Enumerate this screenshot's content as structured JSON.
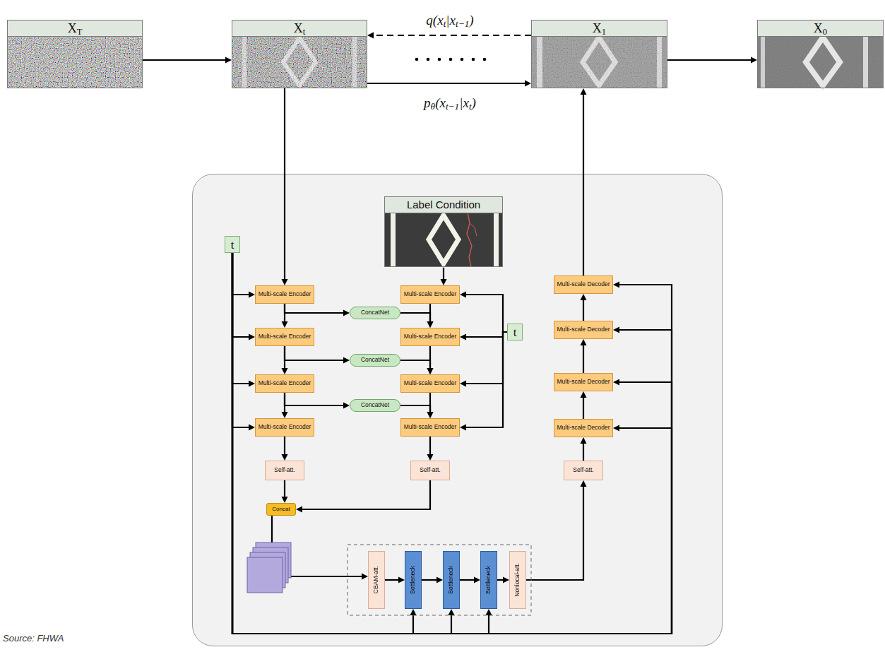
{
  "diagram": {
    "nodes": [
      {
        "text": [
          "XT"
        ]
      },
      {
        "text": [
          "Xt"
        ]
      },
      {
        "text": [
          "X1"
        ]
      },
      {
        "text": [
          "X0"
        ]
      },
      {
        "text": [
          "Label Condition"
        ]
      },
      {
        "text": [
          "t"
        ]
      },
      {
        "text": [
          "Multi-scale Encoder"
        ]
      },
      {
        "text": [
          "Multi-scale Encoder"
        ]
      },
      {
        "text": [
          "Multi-scale Decoder"
        ]
      },
      {
        "text": [
          "ConcatNet"
        ]
      },
      {
        "text": [
          "Multi-scale Encoder"
        ]
      },
      {
        "text": [
          "Multi-scale Encoder"
        ]
      },
      {
        "text": [
          "Multi-scale Decoder"
        ]
      },
      {
        "text": [
          "t"
        ]
      },
      {
        "text": [
          "ConcatNet"
        ]
      },
      {
        "text": [
          "Multi-scale Encoder"
        ]
      },
      {
        "text": [
          "Multi-scale Encoder"
        ]
      },
      {
        "text": [
          "Multi-scale Decoder"
        ]
      },
      {
        "text": [
          "ConcatNet"
        ]
      },
      {
        "text": [
          "Multi-scale Encoder"
        ]
      },
      {
        "text": [
          "Multi-scale Encoder"
        ]
      },
      {
        "text": [
          "Multi-scale Decoder"
        ]
      },
      {
        "text": [
          "Self-att."
        ]
      },
      {
        "text": [
          "Self-att."
        ]
      },
      {
        "text": [
          "Self-att."
        ]
      },
      {
        "text": [
          "Concat"
        ]
      },
      {
        "text": [
          "CBAM-att."
        ]
      },
      {
        "text": [
          "Bottleneck"
        ]
      },
      {
        "text": [
          "Bottleneck"
        ]
      },
      {
        "text": [
          "Bottleneck"
        ]
      },
      {
        "text": [
          "Nonlocal-att."
        ]
      }
    ],
    "edges": [
      {
        "from": 0,
        "to": 1,
        "arrow": "to"
      },
      {
        "from": 2,
        "to": 1,
        "label": "q(xt|xt−1)",
        "arrow": "to"
      },
      {
        "from": 1,
        "to": 2,
        "label": "pθ(xt−1|xt)",
        "arrow": "to"
      },
      {
        "from": 2,
        "to": 3,
        "arrow": "to"
      },
      {
        "from": 1,
        "to": 6,
        "arrow": "to"
      },
      {
        "from": 8,
        "to": 2,
        "arrow": "to"
      },
      {
        "from": 4,
        "to": 7,
        "arrow": "to"
      },
      {
        "from": 5,
        "to": 6,
        "arrow": "to"
      },
      {
        "from": 5,
        "to": 10,
        "arrow": "to"
      },
      {
        "from": 5,
        "to": 15,
        "arrow": "to"
      },
      {
        "from": 5,
        "to": 19,
        "arrow": "to"
      },
      {
        "from": 5,
        "to": 27,
        "arrow": "to"
      },
      {
        "from": 5,
        "to": 28,
        "arrow": "to"
      },
      {
        "from": 5,
        "to": 29,
        "arrow": "to"
      },
      {
        "from": 5,
        "to": 21,
        "arrow": "to"
      },
      {
        "from": 5,
        "to": 17,
        "arrow": "to"
      },
      {
        "from": 5,
        "to": 12,
        "arrow": "to"
      },
      {
        "from": 5,
        "to": 8,
        "arrow": "to"
      },
      {
        "from": 13,
        "to": 7,
        "arrow": "to"
      },
      {
        "from": 13,
        "to": 11,
        "arrow": "to"
      },
      {
        "from": 13,
        "to": 16,
        "arrow": "to"
      },
      {
        "from": 13,
        "to": 20,
        "arrow": "to"
      },
      {
        "from": 6,
        "to": 10,
        "arrow": "to"
      },
      {
        "from": 10,
        "to": 15,
        "arrow": "to"
      },
      {
        "from": 15,
        "to": 19,
        "arrow": "to"
      },
      {
        "from": 6,
        "to": 9,
        "arrow": "to"
      },
      {
        "from": 9,
        "to": 11,
        "arrow": "to"
      },
      {
        "from": 10,
        "to": 14,
        "arrow": "to"
      },
      {
        "from": 14,
        "to": 16,
        "arrow": "to"
      },
      {
        "from": 15,
        "to": 18,
        "arrow": "to"
      },
      {
        "from": 18,
        "to": 20,
        "arrow": "to"
      },
      {
        "from": 7,
        "to": 11,
        "arrow": "to"
      },
      {
        "from": 11,
        "to": 16,
        "arrow": "to"
      },
      {
        "from": 16,
        "to": 20,
        "arrow": "to"
      },
      {
        "from": 19,
        "to": 22,
        "arrow": "to"
      },
      {
        "from": 20,
        "to": 23,
        "arrow": "to"
      },
      {
        "from": 22,
        "to": 25,
        "arrow": "to"
      },
      {
        "from": 23,
        "to": 25,
        "arrow": "to"
      },
      {
        "from": 25,
        "to": 26,
        "arrow": "to"
      },
      {
        "from": 26,
        "to": 27,
        "arrow": "to"
      },
      {
        "from": 27,
        "to": 28,
        "arrow": "to"
      },
      {
        "from": 28,
        "to": 29,
        "arrow": "to"
      },
      {
        "from": 29,
        "to": 30,
        "arrow": "to"
      },
      {
        "from": 30,
        "to": 24,
        "arrow": "to"
      },
      {
        "from": 24,
        "to": 21,
        "arrow": "to"
      },
      {
        "from": 21,
        "to": 17,
        "arrow": "to"
      },
      {
        "from": 17,
        "to": 12,
        "arrow": "to"
      },
      {
        "from": 12,
        "to": 8,
        "arrow": "to"
      }
    ],
    "labels": [
      "Source: FHWA"
    ]
  }
}
